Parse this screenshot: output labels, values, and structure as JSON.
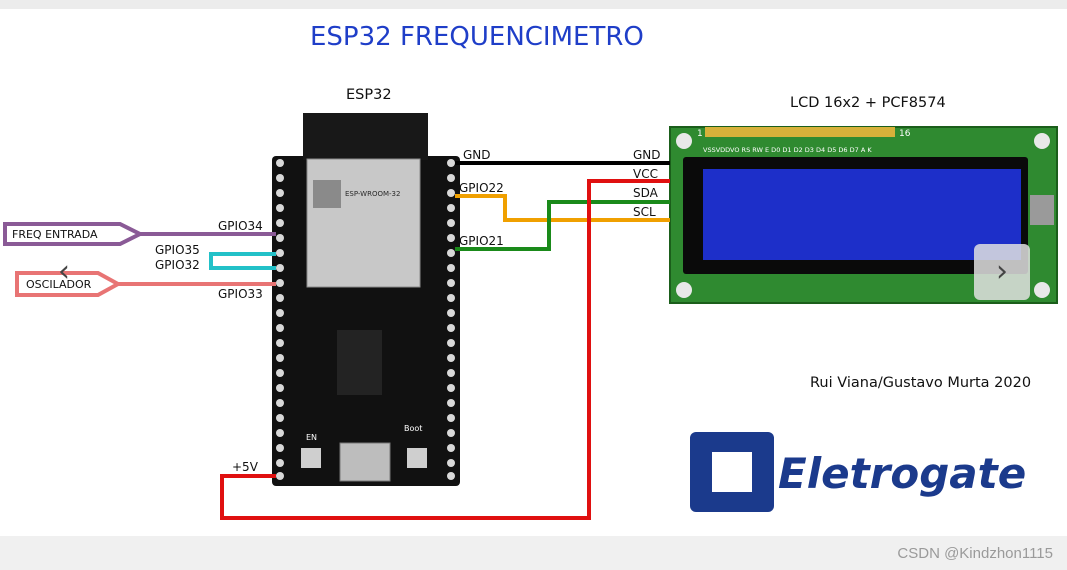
{
  "title": "ESP32 FREQUENCIMETRO",
  "board_label": "ESP32",
  "lcd_label": "LCD 16x2 + PCF8574",
  "credit": "Rui Viana/Gustavo Murta 2020",
  "logo_text": "Eletrogate",
  "watermark": "CSDN @Kindzhon1115",
  "module_name": "ESP-WROOM-32",
  "inputs": {
    "freq": "FREQ ENTRADA",
    "osc": "OSCILADOR"
  },
  "pins_left": {
    "gpio34": "GPIO34",
    "gpio35": "GPIO35",
    "gpio32": "GPIO32",
    "gpio33": "GPIO33",
    "v5": "+5V"
  },
  "pins_right": {
    "gnd": "GND",
    "gpio22": "GPIO22",
    "gpio21": "GPIO21"
  },
  "lcd_pins": {
    "gnd": "GND",
    "vcc": "VCC",
    "sda": "SDA",
    "scl": "SCL"
  },
  "lcd_header": {
    "first": "1",
    "last": "16",
    "names": "VSSVDDVO RS RW E D0 D1 D2 D3 D4 D5 D6 D7 A K"
  },
  "board_buttons": {
    "en": "EN",
    "boot": "Boot"
  },
  "nav": {
    "prev_icon": "‹",
    "next_icon": "›"
  },
  "colors": {
    "gnd_wire": "#000000",
    "vcc_wire": "#e01010",
    "sda_wire": "#1a8a1a",
    "scl_wire": "#f0a000",
    "freq_wire": "#8a5a96",
    "osc_wire": "#e87474",
    "jumper_wire": "#22c1c8",
    "title": "#1f3ec8"
  }
}
